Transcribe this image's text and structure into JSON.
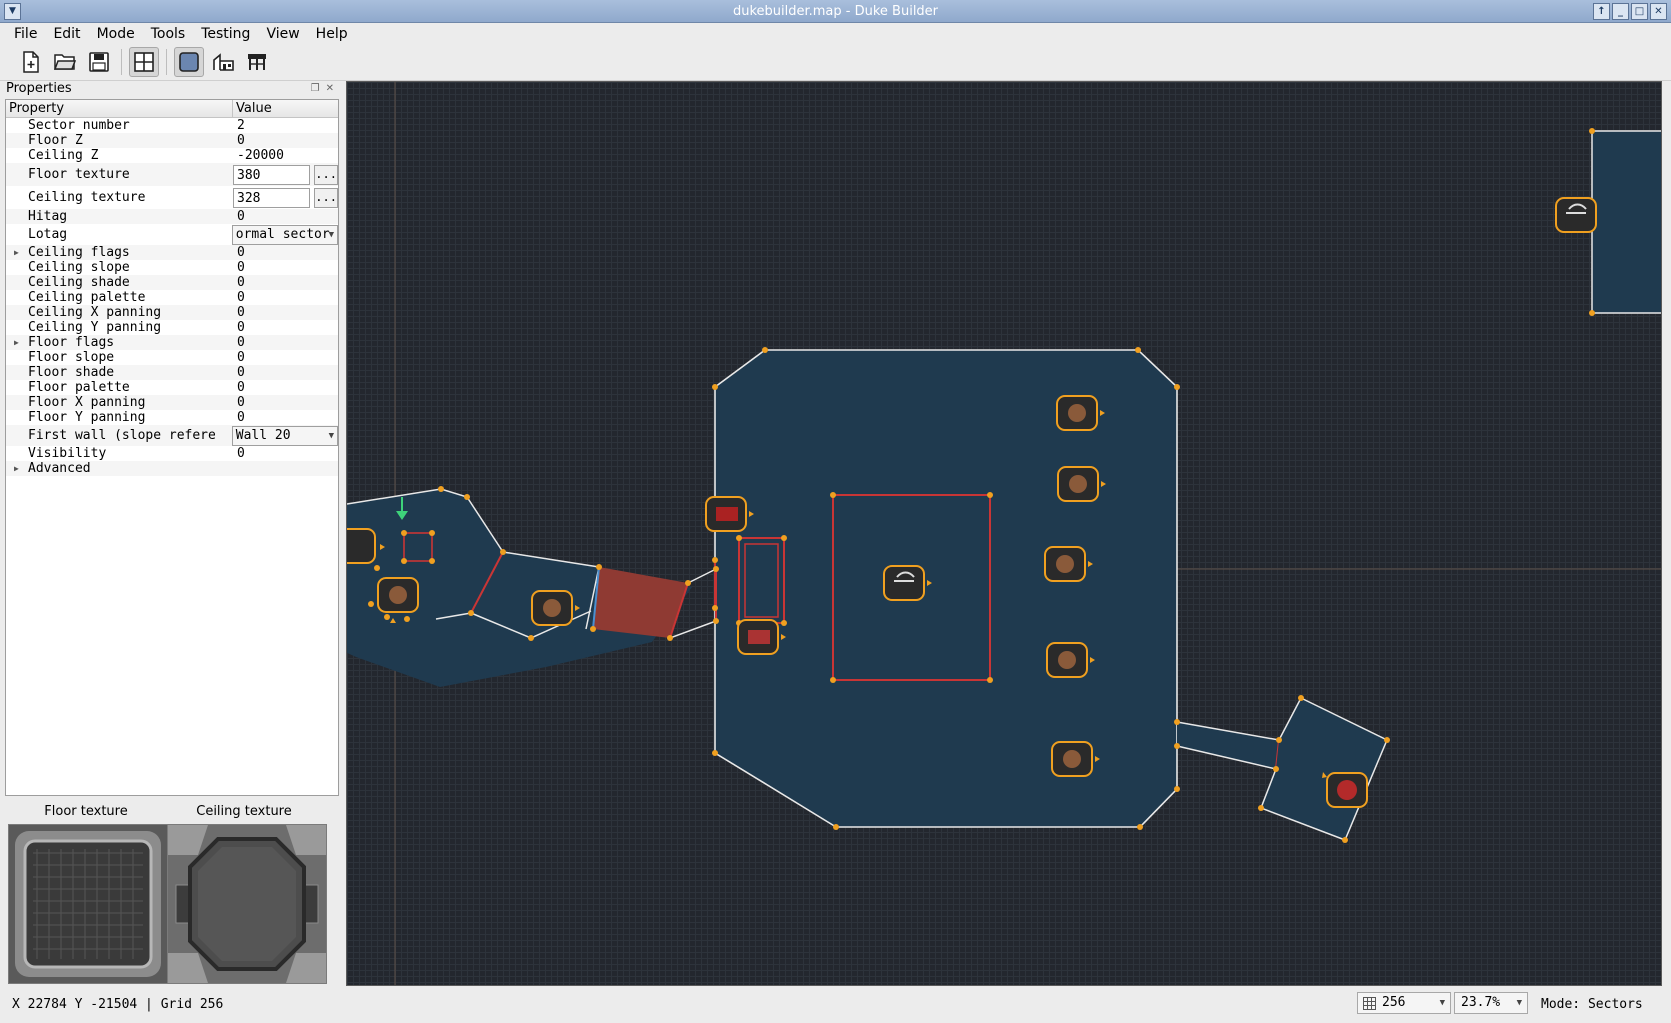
{
  "window": {
    "title": "dukebuilder.map - Duke Builder"
  },
  "menu": [
    "File",
    "Edit",
    "Mode",
    "Tools",
    "Testing",
    "View",
    "Help"
  ],
  "toolbar": {
    "buttons": [
      "new-file-icon",
      "open-folder-icon",
      "save-disk-icon",
      "grid-icon",
      "sector-mode-icon",
      "wall-mode-icon",
      "sprite-mode-icon"
    ],
    "active": [
      "grid-icon",
      "sector-mode-icon"
    ]
  },
  "properties_panel": {
    "title": "Properties",
    "headers": {
      "property": "Property",
      "value": "Value"
    },
    "rows": [
      {
        "name": "Sector number",
        "value": "2",
        "kind": "text"
      },
      {
        "name": "Floor Z",
        "value": "0",
        "kind": "text"
      },
      {
        "name": "Ceiling Z",
        "value": "-20000",
        "kind": "text"
      },
      {
        "name": "Floor texture",
        "value": "380",
        "kind": "input"
      },
      {
        "name": "Ceiling texture",
        "value": "328",
        "kind": "input"
      },
      {
        "name": "Hitag",
        "value": "0",
        "kind": "text"
      },
      {
        "name": "Lotag",
        "value": "ormal sector",
        "kind": "combo"
      },
      {
        "name": "Ceiling flags",
        "value": "0",
        "kind": "text",
        "expandable": true
      },
      {
        "name": "Ceiling slope",
        "value": "0",
        "kind": "text"
      },
      {
        "name": "Ceiling shade",
        "value": "0",
        "kind": "text"
      },
      {
        "name": "Ceiling palette",
        "value": "0",
        "kind": "text"
      },
      {
        "name": "Ceiling X panning",
        "value": "0",
        "kind": "text"
      },
      {
        "name": "Ceiling Y panning",
        "value": "0",
        "kind": "text"
      },
      {
        "name": "Floor flags",
        "value": "0",
        "kind": "text",
        "expandable": true
      },
      {
        "name": "Floor slope",
        "value": "0",
        "kind": "text"
      },
      {
        "name": "Floor shade",
        "value": "0",
        "kind": "text"
      },
      {
        "name": "Floor palette",
        "value": "0",
        "kind": "text"
      },
      {
        "name": "Floor X panning",
        "value": "0",
        "kind": "text"
      },
      {
        "name": "Floor Y panning",
        "value": "0",
        "kind": "text"
      },
      {
        "name": "First wall (slope reference)",
        "value": "Wall 20",
        "kind": "combo"
      },
      {
        "name": "Visibility",
        "value": "0",
        "kind": "text"
      },
      {
        "name": "Advanced",
        "value": "",
        "kind": "text",
        "expandable": true
      }
    ],
    "browse_label": "..."
  },
  "textures": {
    "floor_label": "Floor texture",
    "ceiling_label": "Ceiling texture"
  },
  "status": {
    "coords": "X 22784   Y -21504 | Grid 256",
    "grid_size": "256",
    "zoom": "23.7%",
    "mode": "Mode: Sectors"
  },
  "colors": {
    "viewport_bg": "#23272e",
    "sector_fill": "#1f3a4f",
    "wall_white": "#e8e8e8",
    "wall_red": "#c93535",
    "vertex_orange": "#f0a020",
    "selected_red_fill": "#8f3a33"
  }
}
